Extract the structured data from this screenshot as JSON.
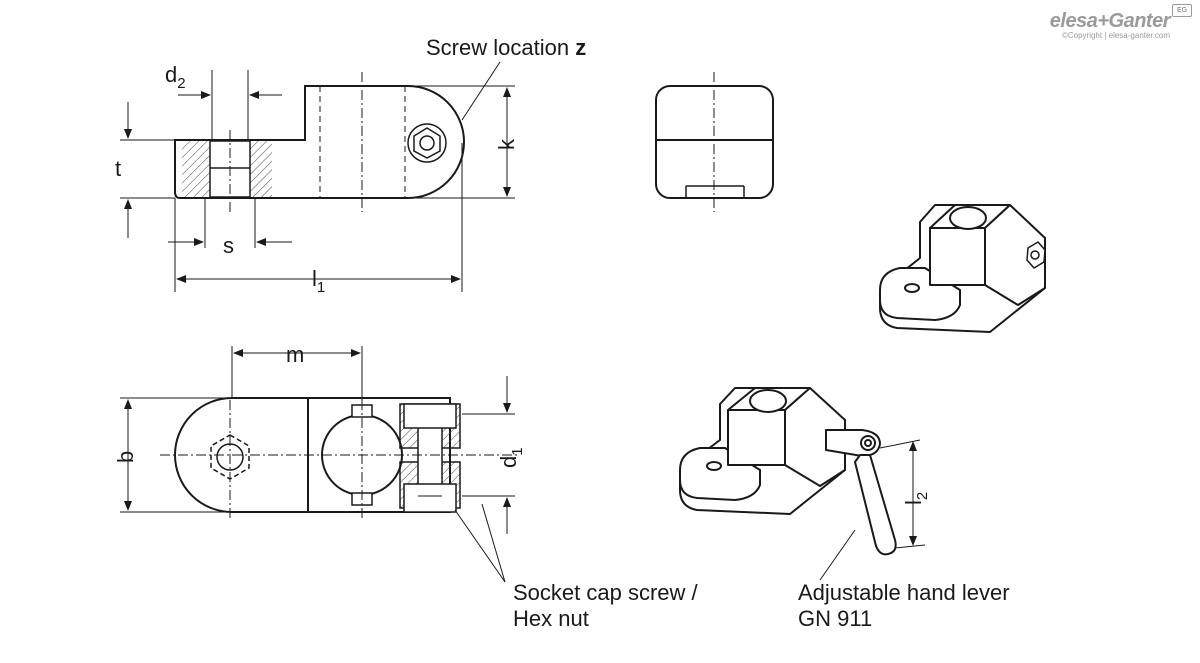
{
  "brand": {
    "name": "elesa+Ganter",
    "copyright": "©Copyright | elesa-ganter.com",
    "badge": "EG"
  },
  "labels": {
    "screw_location_prefix": "Screw location",
    "screw_location_bold": "z",
    "d2_main": "d",
    "d2_sub": "2",
    "t": "t",
    "k": "k",
    "s": "s",
    "l1_main": "l",
    "l1_sub": "1",
    "m": "m",
    "b": "b",
    "d1_main": "d",
    "d1_sub": "1",
    "l2_main": "l",
    "l2_sub": "2",
    "socket_line1": "Socket cap screw /",
    "socket_line2": "Hex nut",
    "lever_line1": "Adjustable hand lever",
    "lever_line2": "GN 911"
  }
}
